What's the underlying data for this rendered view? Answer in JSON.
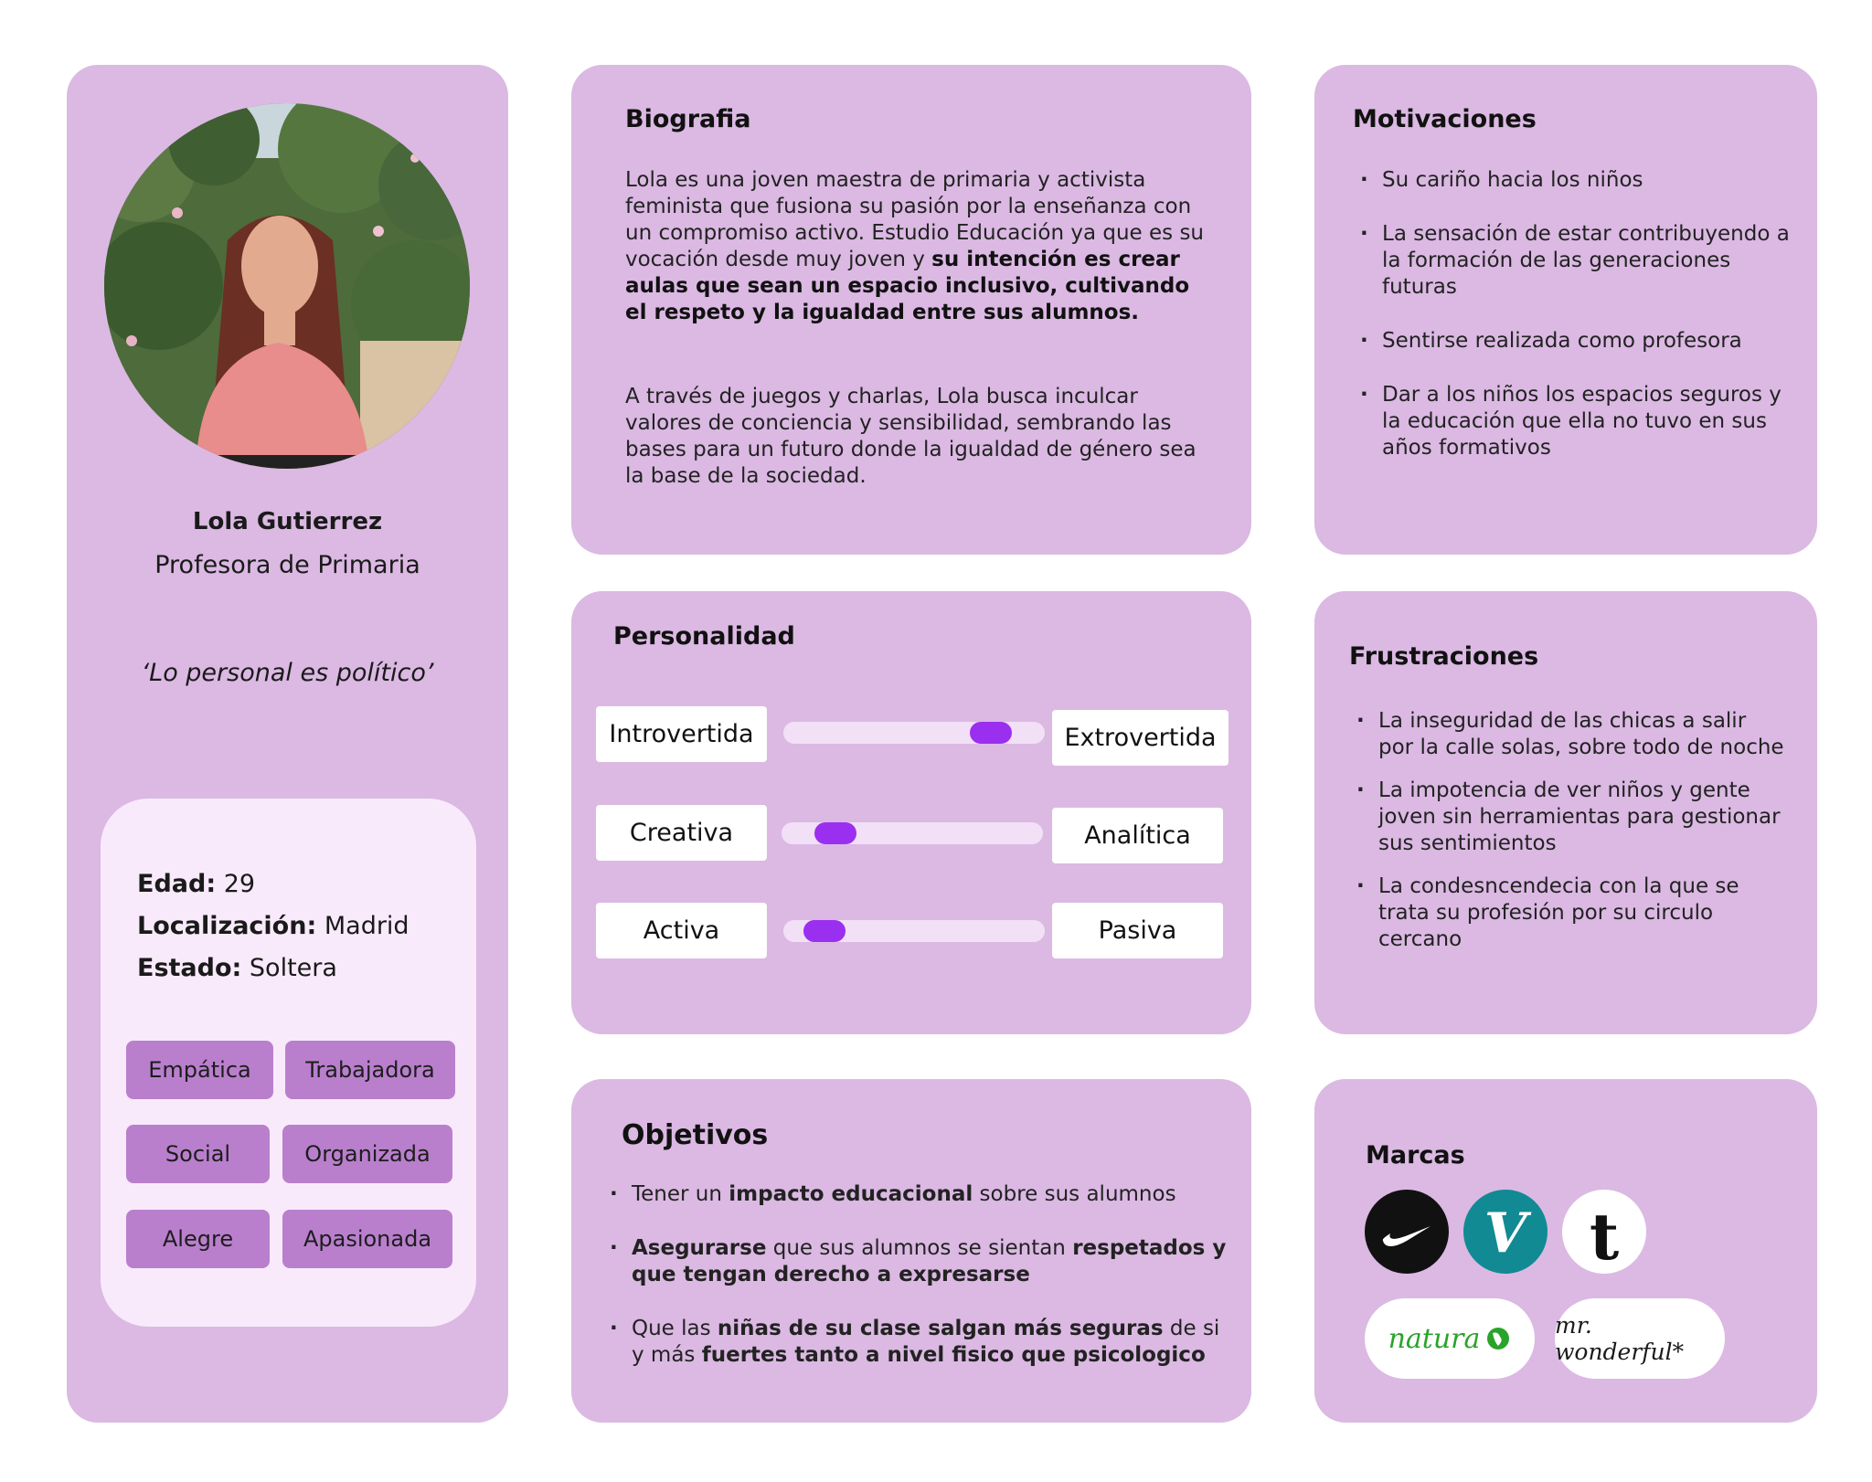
{
  "profile": {
    "name": "Lola Gutierrez",
    "job": "Profesora de Primaria",
    "quote": "‘Lo personal es político’",
    "age_label": "Edad:",
    "age": " 29",
    "location_label": "Localización:",
    "location": " Madrid",
    "status_label": "Estado:",
    "status": " Soltera",
    "tags": [
      "Empática",
      "Trabajadora",
      "Social",
      "Organizada",
      "Alegre",
      "Apasionada"
    ]
  },
  "biografia": {
    "title": "Biografia",
    "p1_normal": "Lola es una joven maestra de primaria y activista feminista que fusiona su pasión por la enseñanza con un compromiso activo. Estudio Educación ya que es su vocación desde muy joven y ",
    "p1_bold": "su intención es crear aulas que sean un espacio inclusivo, cultivando el respeto y la igualdad entre sus alumnos.",
    "p2": "A través de juegos y charlas, Lola busca inculcar valores de conciencia y sensibilidad, sembrando las bases para un futuro donde la igualdad de género sea la base de la sociedad."
  },
  "motivaciones": {
    "title": "Motivaciones",
    "items": [
      "Su cariño hacia los niños",
      "La sensación de estar contribuyendo a la formación de las generaciones futuras",
      "Sentirse realizada como profesora",
      "Dar a los niños los espacios seguros y la educación que ella no tuvo en sus años formativos"
    ]
  },
  "personalidad": {
    "title": "Personalidad",
    "traits": [
      {
        "left": "Introvertida",
        "right": "Extrovertida",
        "level": 0.85
      },
      {
        "left": "Creativa",
        "right": "Analítica",
        "level": 0.15
      },
      {
        "left": "Activa",
        "right": "Pasiva",
        "level": 0.09
      }
    ]
  },
  "frustraciones": {
    "title": "Frustraciones",
    "items": [
      "La inseguridad de las chicas a salir por la calle solas, sobre todo de noche",
      "La impotencia de ver niños y gente joven sin herramientas para gestionar sus sentimientos",
      "La condesncendecia con la que se trata su profesión por su circulo cercano"
    ]
  },
  "objetivos": {
    "title": "Objetivos",
    "items": [
      {
        "a": "Tener un ",
        "b": "impacto educacional",
        "c": " sobre sus alumnos"
      },
      {
        "a": "",
        "b": "Asegurarse",
        "c": " que sus alumnos se sientan ",
        "d": "respetados y que tengan derecho a expresarse"
      },
      {
        "a": "Que las ",
        "b": "niñas de su clase salgan más seguras",
        "c": " de si y más ",
        "d": "fuertes tanto a nivel fisico que psicologico"
      }
    ]
  },
  "marcas": {
    "title": "Marcas",
    "brands": [
      "nike",
      "vinted",
      "t",
      "natura",
      "mr. wonderful"
    ],
    "natura_text": "natura",
    "wonderful_text": "mr. wonderful*",
    "t_text": "t",
    "v_text": "V"
  }
}
